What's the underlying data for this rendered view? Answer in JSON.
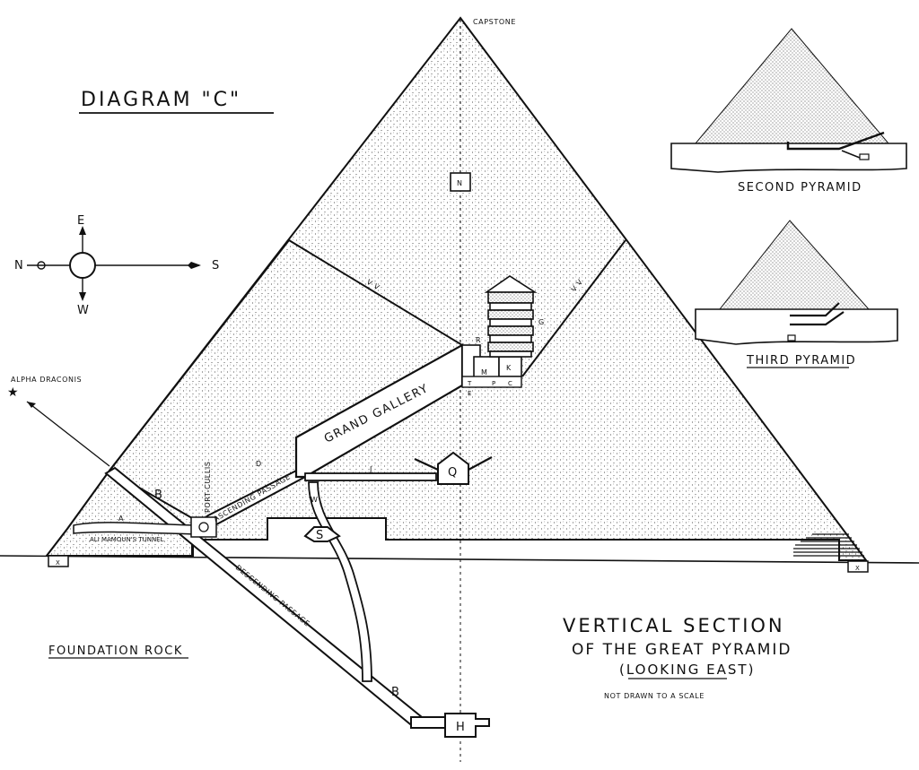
{
  "titles": {
    "diagram": "DIAGRAM \"C\"",
    "section_line1": "VERTICAL SECTION",
    "section_line2": "OF THE GREAT PYRAMID",
    "section_line3": "(LOOKING EAST)",
    "note": "NOT DRAWN TO A SCALE"
  },
  "labels": {
    "capstone": "CAPSTONE",
    "foundation_rock": "FOUNDATION ROCK",
    "grand_gallery": "GRAND GALLERY",
    "descending_passage": "DESCENDING PASSAGE",
    "ascending_passage": "ASCENDING PASSAGE",
    "port_cullis": "PORT-CULLIS",
    "ali_mamouns_tunnel": "ALI MAMOUN'S TUNNEL",
    "alpha_draconis": "ALPHA DRACONIS",
    "second_pyramid": "SECOND PYRAMID",
    "third_pyramid": "THIRD PYRAMID"
  },
  "compass": {
    "e": "E",
    "w": "W",
    "n": "N",
    "s": "S"
  },
  "letters": {
    "n": "N",
    "h": "H",
    "s": "S",
    "q": "Q",
    "j": "J",
    "w": "W",
    "a": "A",
    "b1": "B",
    "b2": "B",
    "d": "D",
    "g": "G",
    "k": "K",
    "m": "M",
    "r": "R",
    "t": "T",
    "p": "P",
    "c": "C",
    "e": "E",
    "x1": "X",
    "x2": "X",
    "vv1": "V V",
    "vv2": "V V"
  }
}
